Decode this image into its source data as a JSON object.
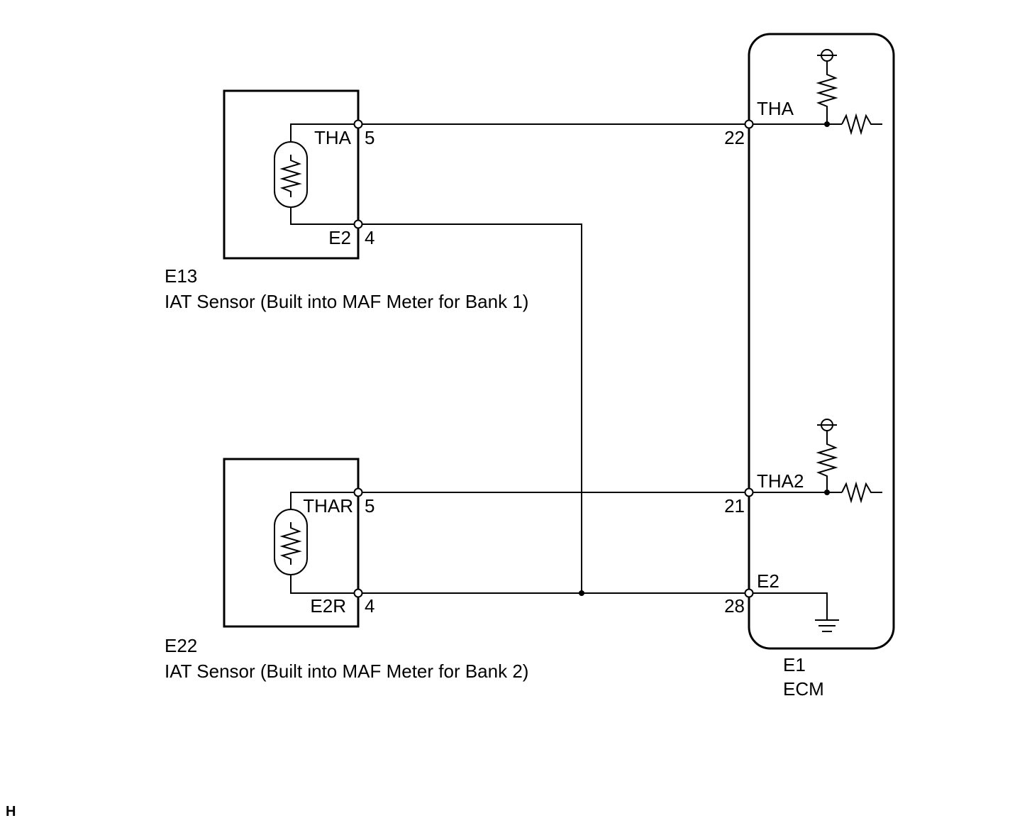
{
  "sensor1": {
    "code": "E13",
    "name": "IAT Sensor (Built into MAF Meter for Bank 1)",
    "pin_top_label": "THA",
    "pin_top_num": "5",
    "pin_bottom_label": "E2",
    "pin_bottom_num": "4"
  },
  "sensor2": {
    "code": "E22",
    "name": "IAT Sensor (Built into MAF Meter for Bank 2)",
    "pin_top_label": "THAR",
    "pin_top_num": "5",
    "pin_bottom_label": "E2R",
    "pin_bottom_num": "4"
  },
  "ecm": {
    "code": "E1",
    "name": "ECM",
    "pin_tha_label": "THA",
    "pin_tha_num": "22",
    "pin_tha2_label": "THA2",
    "pin_tha2_num": "21",
    "pin_e2_label": "E2",
    "pin_e2_num": "28"
  },
  "corner_mark": "H"
}
